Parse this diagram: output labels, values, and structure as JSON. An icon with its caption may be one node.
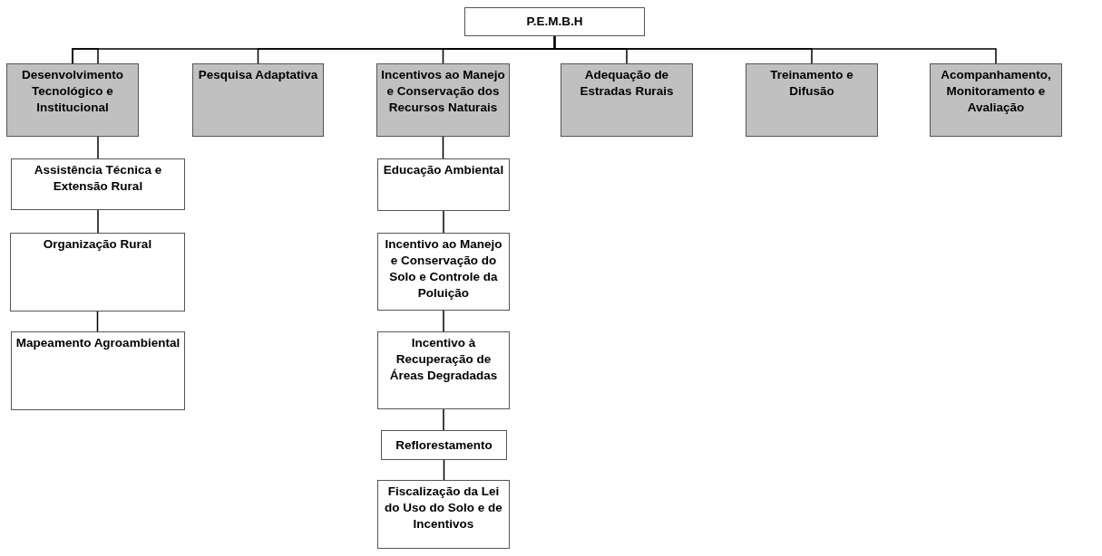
{
  "diagram": {
    "nodes": [
      {
        "text": [
          "P.E.M.B.H"
        ]
      },
      {
        "text": [
          "Desenvolvimento Tecnológico e Institucional"
        ]
      },
      {
        "text": [
          "Pesquisa Adaptativa"
        ]
      },
      {
        "text": [
          "Incentivos ao Manejo e Conservação dos Recursos Naturais"
        ]
      },
      {
        "text": [
          "Adequação de Estradas Rurais"
        ]
      },
      {
        "text": [
          "Treinamento  e Difusão"
        ]
      },
      {
        "text": [
          "Acompanhamento, Monitoramento e Avaliação"
        ]
      },
      {
        "text": [
          "Assistência Técnica e Extensão Rural"
        ]
      },
      {
        "text": [
          "Organização Rural"
        ]
      },
      {
        "text": [
          "Mapeamento Agroambiental"
        ]
      },
      {
        "text": [
          "Educação Ambiental"
        ]
      },
      {
        "text": [
          "Incentivo ao Manejo e Conservação do Solo e Controle da Poluição"
        ]
      },
      {
        "text": [
          "Incentivo à Recuperação de Áreas Degradadas"
        ]
      },
      {
        "text": [
          "Reflorestamento"
        ]
      },
      {
        "text": [
          "Fiscalização da Lei do Uso do Solo e de Incentivos"
        ]
      }
    ],
    "edges": [
      {
        "from": 0,
        "to": 1,
        "arrow": "none"
      },
      {
        "from": 0,
        "to": 2,
        "arrow": "none"
      },
      {
        "from": 0,
        "to": 3,
        "arrow": "none"
      },
      {
        "from": 0,
        "to": 4,
        "arrow": "none"
      },
      {
        "from": 0,
        "to": 5,
        "arrow": "none"
      },
      {
        "from": 0,
        "to": 6,
        "arrow": "none"
      },
      {
        "from": 1,
        "to": 7,
        "arrow": "none"
      },
      {
        "from": 7,
        "to": 8,
        "arrow": "none"
      },
      {
        "from": 8,
        "to": 9,
        "arrow": "none"
      },
      {
        "from": 3,
        "to": 10,
        "arrow": "none"
      },
      {
        "from": 10,
        "to": 11,
        "arrow": "none"
      },
      {
        "from": 11,
        "to": 12,
        "arrow": "none"
      },
      {
        "from": 12,
        "to": 13,
        "arrow": "none"
      },
      {
        "from": 13,
        "to": 14,
        "arrow": "none"
      }
    ]
  }
}
